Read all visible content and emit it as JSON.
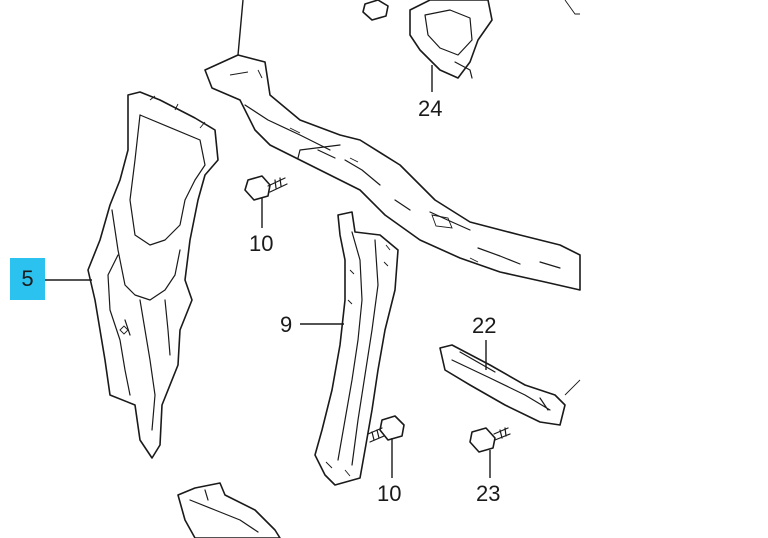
{
  "highlight_color": "#2cc2f0",
  "labels": {
    "part_5": "5",
    "part_9": "9",
    "part_10_a": "10",
    "part_10_b": "10",
    "part_22": "22",
    "part_23": "23",
    "part_24": "24"
  }
}
